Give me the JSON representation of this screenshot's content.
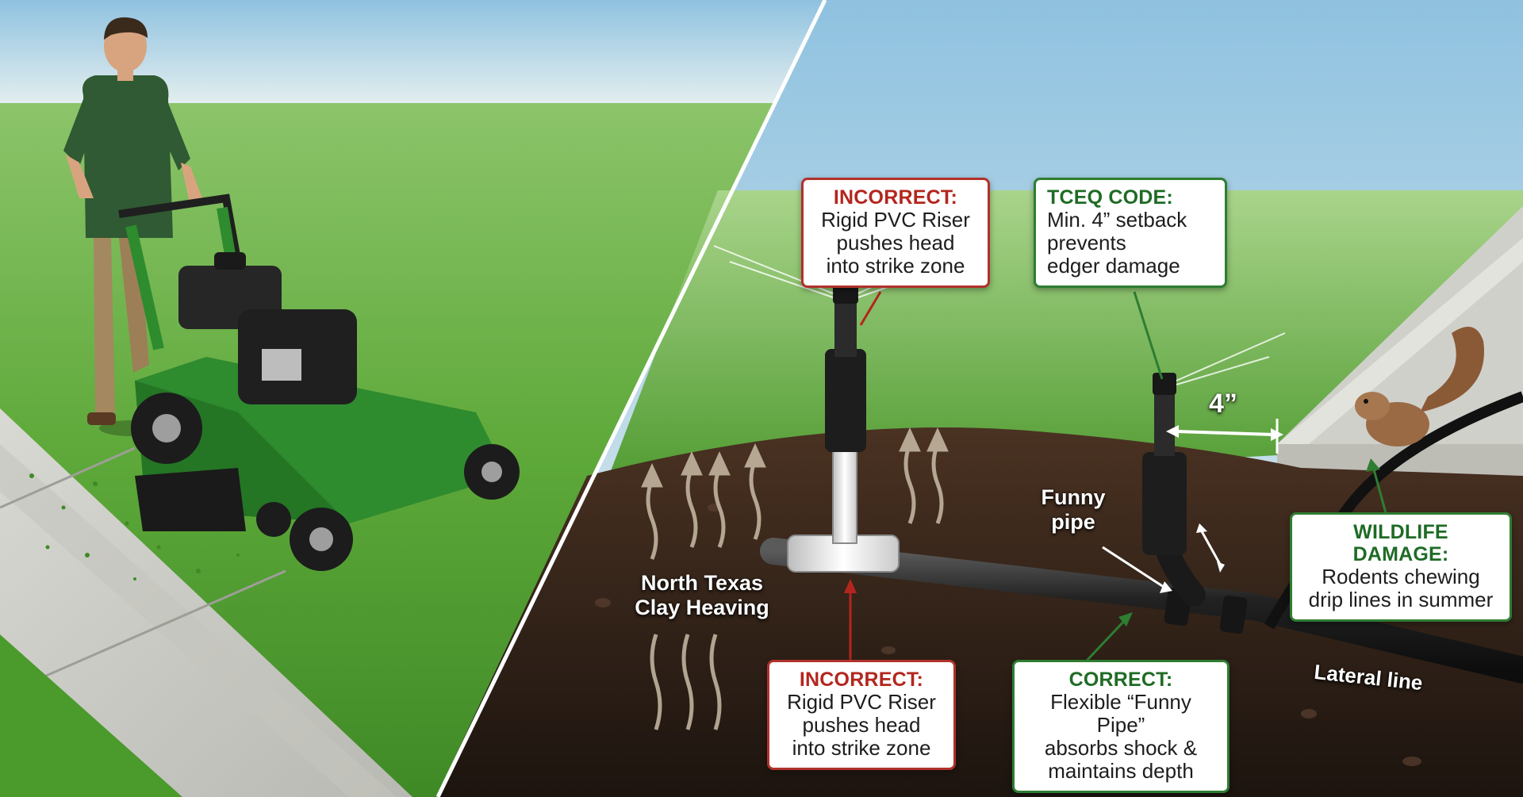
{
  "callouts": {
    "incorrect_top": {
      "heading": "INCORRECT:",
      "body": "Rigid PVC Riser\npushes head\ninto strike zone",
      "color": "#b3261e"
    },
    "tceq_code": {
      "heading": "TCEQ CODE:",
      "body": "Min. 4” setback\nprevents\nedger damage",
      "color": "#1f6b25"
    },
    "incorrect_bottom": {
      "heading": "INCORRECT:",
      "body": "Rigid PVC Riser\npushes head\ninto strike zone",
      "color": "#b3261e"
    },
    "correct": {
      "heading": "CORRECT:",
      "body": "Flexible “Funny Pipe”\nabsorbs shock &\nmaintains depth",
      "color": "#1f6b25"
    },
    "wildlife_damage": {
      "heading": "WILDLIFE DAMAGE:",
      "body": "Rodents chewing\ndrip lines in summer",
      "color": "#1f6b25"
    }
  },
  "labels": {
    "clay_heaving": "North Texas\nClay Heaving",
    "funny_pipe": "Funny\npipe",
    "lateral_line": "Lateral line",
    "setback_dimension": "4”"
  },
  "icons": [
    "mower-operator",
    "lawn-mower",
    "sprinkler-head",
    "pvc-riser",
    "funny-pipe",
    "squirrel",
    "heave-arrow",
    "spray"
  ],
  "colors": {
    "incorrect": "#b3261e",
    "correct": "#2e7d32",
    "grass": "#5fa83a",
    "soil": "#2f2118",
    "mower": "#2e8b2e"
  }
}
